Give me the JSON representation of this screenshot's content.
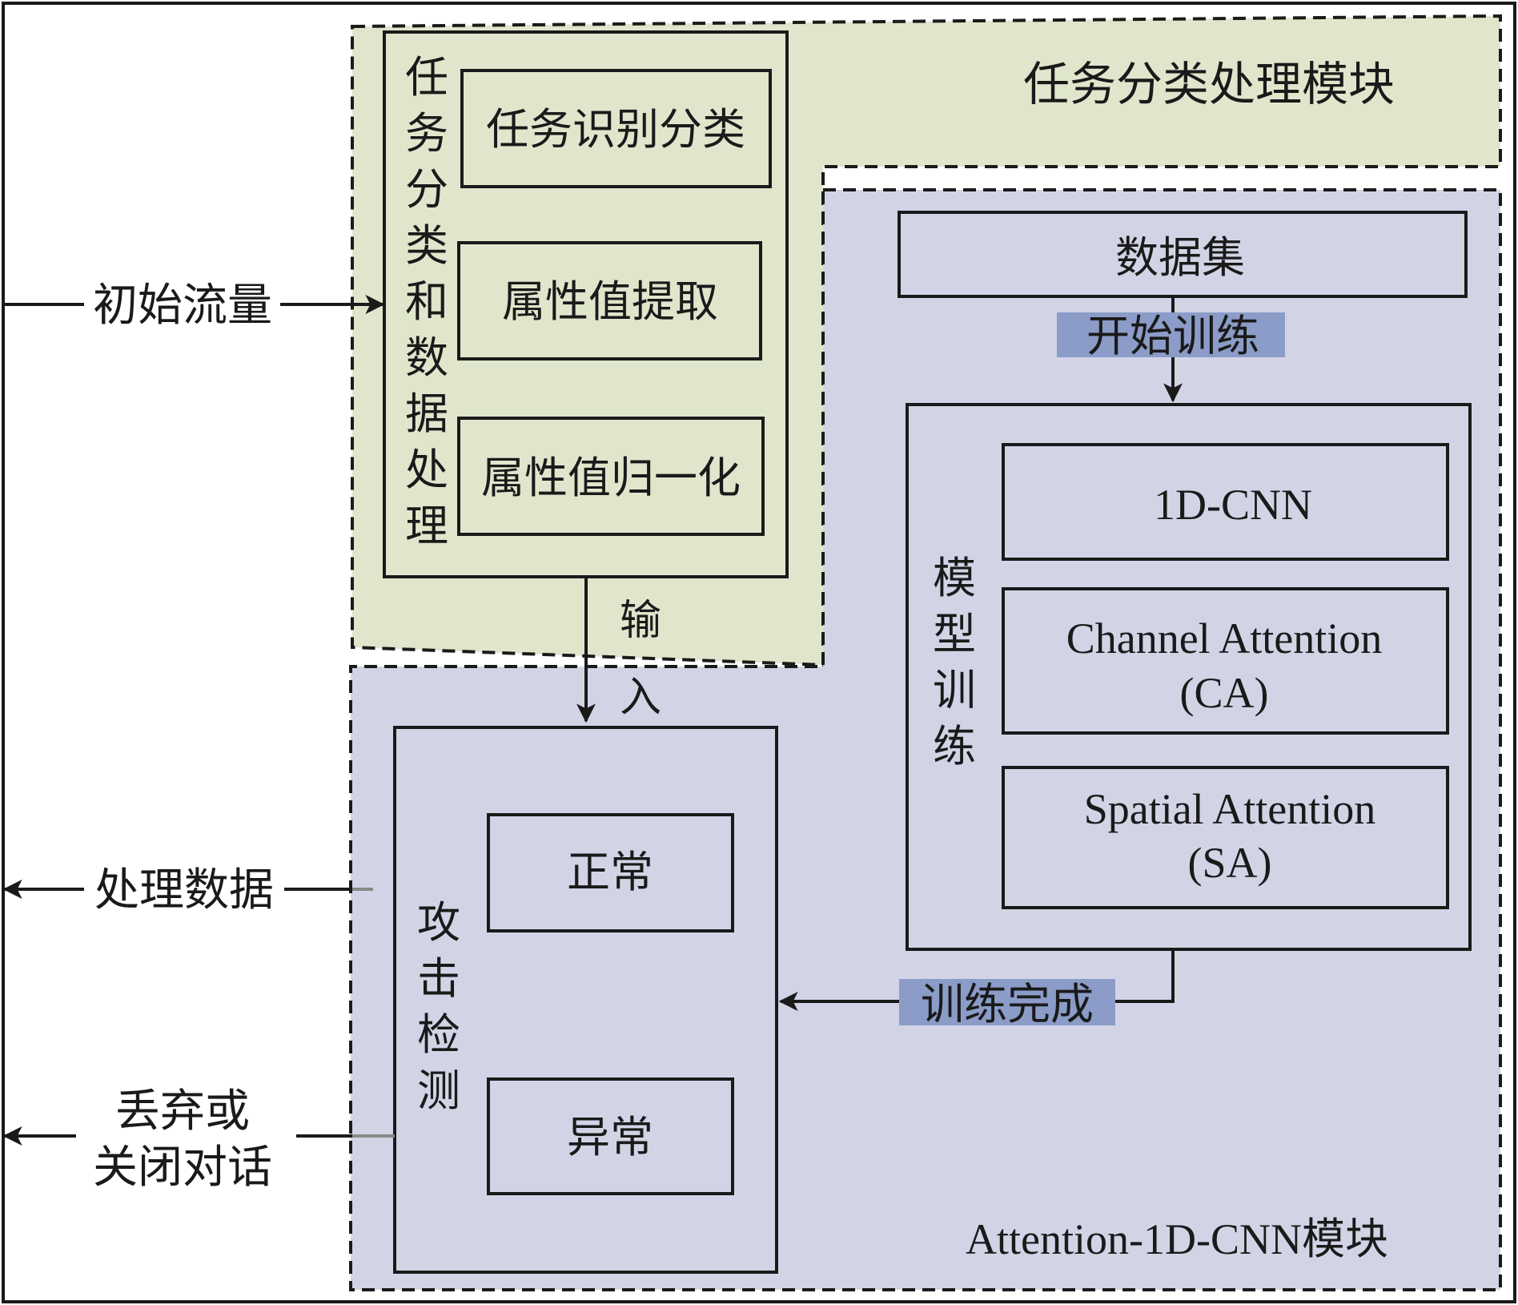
{
  "colors": {
    "task_region_fill": "#dfe6cc",
    "cnn_region_fill": "#d2d4e6",
    "label_highlight": "#8b9cc8",
    "line": "#1a1a1a"
  },
  "inputs": {
    "initial_traffic": "初始流量"
  },
  "outputs": {
    "process_data": "处理数据",
    "discard_line1": "丢弃或",
    "discard_line2": "关闭对话"
  },
  "task_module": {
    "title": "任务分类处理模块",
    "group_label": "任务分类和数据处理",
    "steps": [
      "任务识别分类",
      "属性值提取",
      "属性值归一化"
    ]
  },
  "flow": {
    "input_char_1": "输",
    "input_char_2": "入",
    "start_training": "开始训练",
    "training_done": "训练完成"
  },
  "cnn_module": {
    "title": "Attention-1D-CNN模块",
    "dataset": "数据集",
    "model_training_label": "模型训练",
    "layers": [
      {
        "line1": "1D-CNN",
        "line2": ""
      },
      {
        "line1": "Channel Attention",
        "line2": "(CA)"
      },
      {
        "line1": "Spatial Attention",
        "line2": "(SA)"
      }
    ],
    "detection_label": "攻击检测",
    "detection_results": [
      "正常",
      "异常"
    ]
  }
}
